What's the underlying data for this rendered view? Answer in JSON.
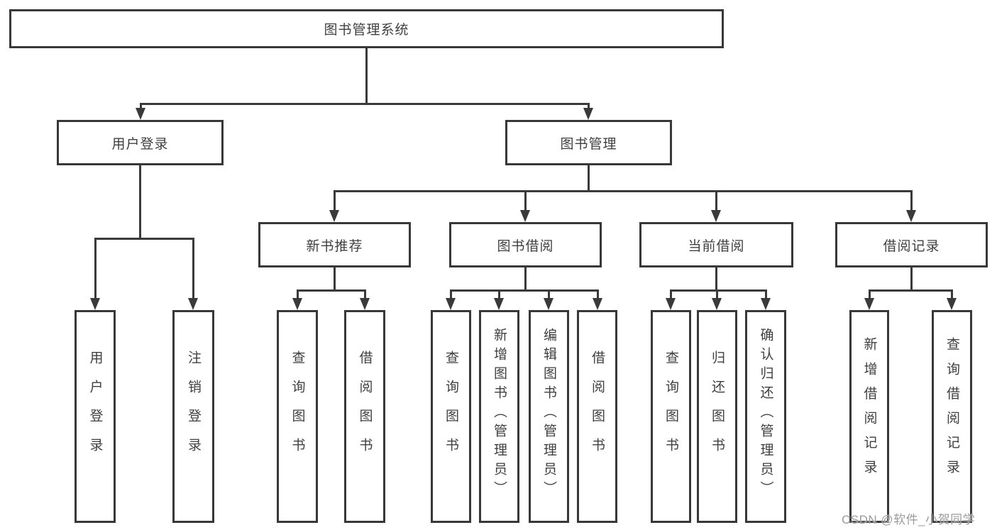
{
  "page": {
    "background": "#ffffff"
  },
  "colors": {
    "line": "#3a3a3a",
    "box_border": "#383838",
    "text": "#3f3f3f",
    "watermark": "#9b9b9b"
  },
  "diagram": {
    "type": "hierarchy-tree",
    "root": {
      "label": "图书管理系统"
    },
    "level1": [
      {
        "label": "用户登录"
      },
      {
        "label": "图书管理"
      }
    ],
    "level2": [
      {
        "label": "新书推荐",
        "parent": "图书管理"
      },
      {
        "label": "图书借阅",
        "parent": "图书管理"
      },
      {
        "label": "当前借阅",
        "parent": "图书管理"
      },
      {
        "label": "借阅记录",
        "parent": "图书管理"
      }
    ],
    "leaves": [
      {
        "label": "用户登录",
        "parent": "用户登录"
      },
      {
        "label": "注销登录",
        "parent": "用户登录"
      },
      {
        "label": "查询图书",
        "parent": "新书推荐"
      },
      {
        "label": "借阅图书",
        "parent": "新书推荐"
      },
      {
        "label": "查询图书",
        "parent": "图书借阅"
      },
      {
        "label": "新增图书（管理员）",
        "parent": "图书借阅"
      },
      {
        "label": "编辑图书（管理员）",
        "parent": "图书借阅"
      },
      {
        "label": "借阅图书",
        "parent": "图书借阅"
      },
      {
        "label": "查询图书",
        "parent": "当前借阅"
      },
      {
        "label": "归还图书",
        "parent": "当前借阅"
      },
      {
        "label": "确认归还（管理员）",
        "parent": "当前借阅"
      },
      {
        "label": "新增借阅记录",
        "parent": "借阅记录"
      },
      {
        "label": "查询借阅记录",
        "parent": "借阅记录"
      }
    ]
  },
  "watermark": {
    "text": "CSDN @软件_小贺同学"
  }
}
